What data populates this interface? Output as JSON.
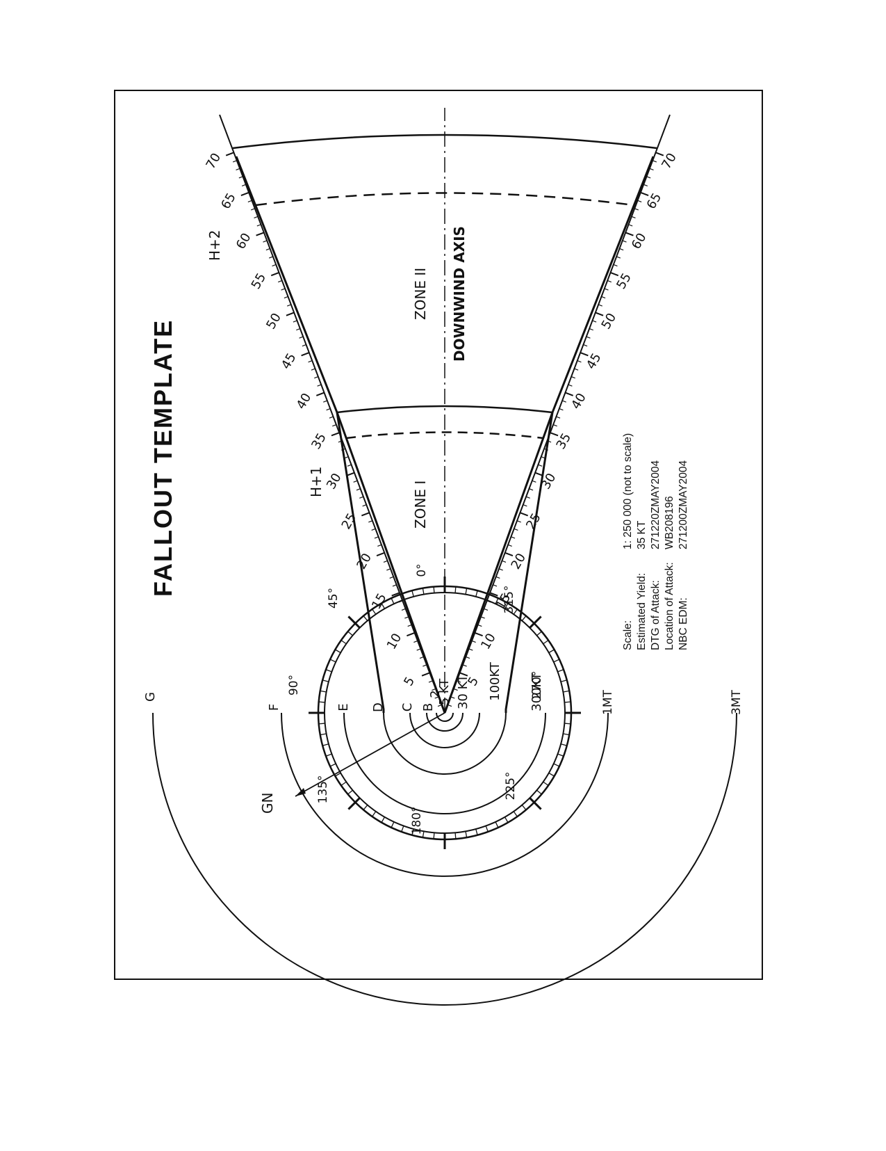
{
  "title": "FALLOUT TEMPLATE",
  "zone1_label": "ZONE I",
  "zone2_label": "ZONE II",
  "axis_label": "DOWNWIND AXIS",
  "h1_label": "H+1",
  "h2_label": "H+2",
  "gn_label": "GN",
  "distance_ticks": [
    "5",
    "10",
    "15",
    "20",
    "25",
    "30",
    "35",
    "40",
    "45",
    "50",
    "55",
    "60",
    "65",
    "70"
  ],
  "bearings": [
    "0°",
    "45°",
    "90°",
    "135°",
    "180°",
    "225°",
    "270°",
    "315°"
  ],
  "wind_rings": [
    "2",
    "5 KT",
    "30 KT",
    "100KT",
    "300KT"
  ],
  "yield_letters": [
    "B",
    "C",
    "D",
    "E",
    "F",
    "G"
  ],
  "yield_arcs": [
    "1MT",
    "3MT"
  ],
  "info": {
    "labels": [
      "Scale:",
      "Estimated Yield:",
      "DTG of Attack:",
      "Location of Attack:",
      "NBC EDM:"
    ],
    "values": [
      "1: 250 000 (not to scale)",
      "35 KT",
      "271220ZMAY2004",
      "WB208196",
      "271200ZMAY2004"
    ]
  }
}
